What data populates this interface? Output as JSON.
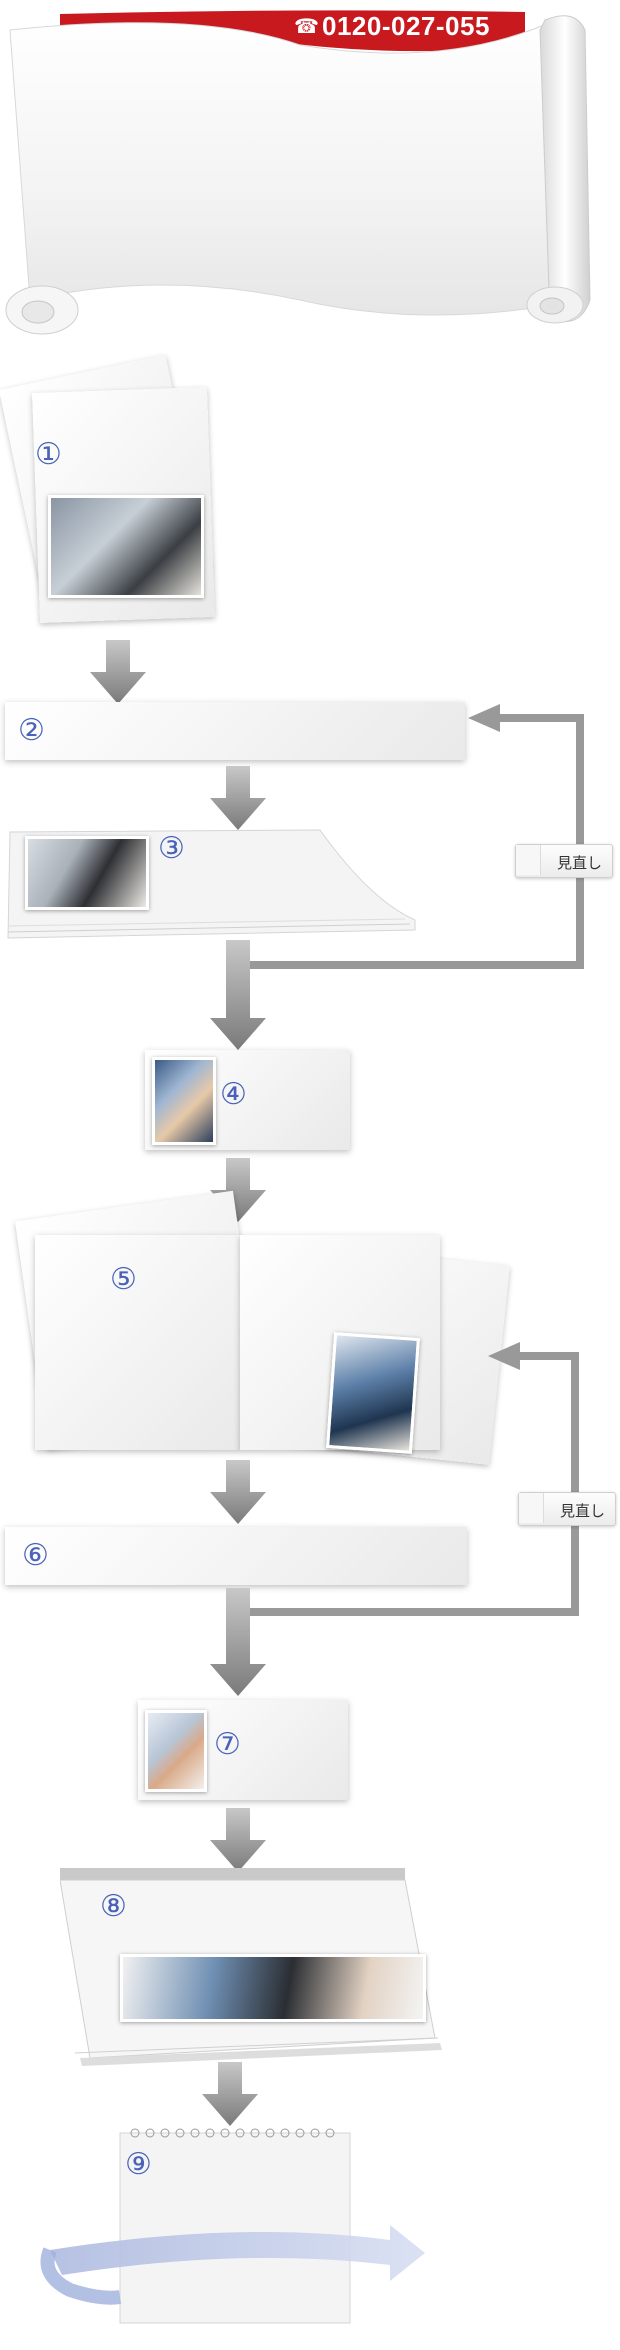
{
  "header": {
    "phone_icon": "phone-icon",
    "phone_number": "0120-027-055",
    "banner_color": "#c8191f"
  },
  "steps": [
    {
      "label": "①"
    },
    {
      "label": "②"
    },
    {
      "label": "③"
    },
    {
      "label": "④"
    },
    {
      "label": "⑤"
    },
    {
      "label": "⑥"
    },
    {
      "label": "⑦"
    },
    {
      "label": "⑧"
    },
    {
      "label": "⑨"
    }
  ],
  "loops": {
    "first_label": "見直し",
    "second_label": "見直し"
  },
  "colors": {
    "number": "#4a63b8",
    "arrow": "#8a8a8a"
  }
}
